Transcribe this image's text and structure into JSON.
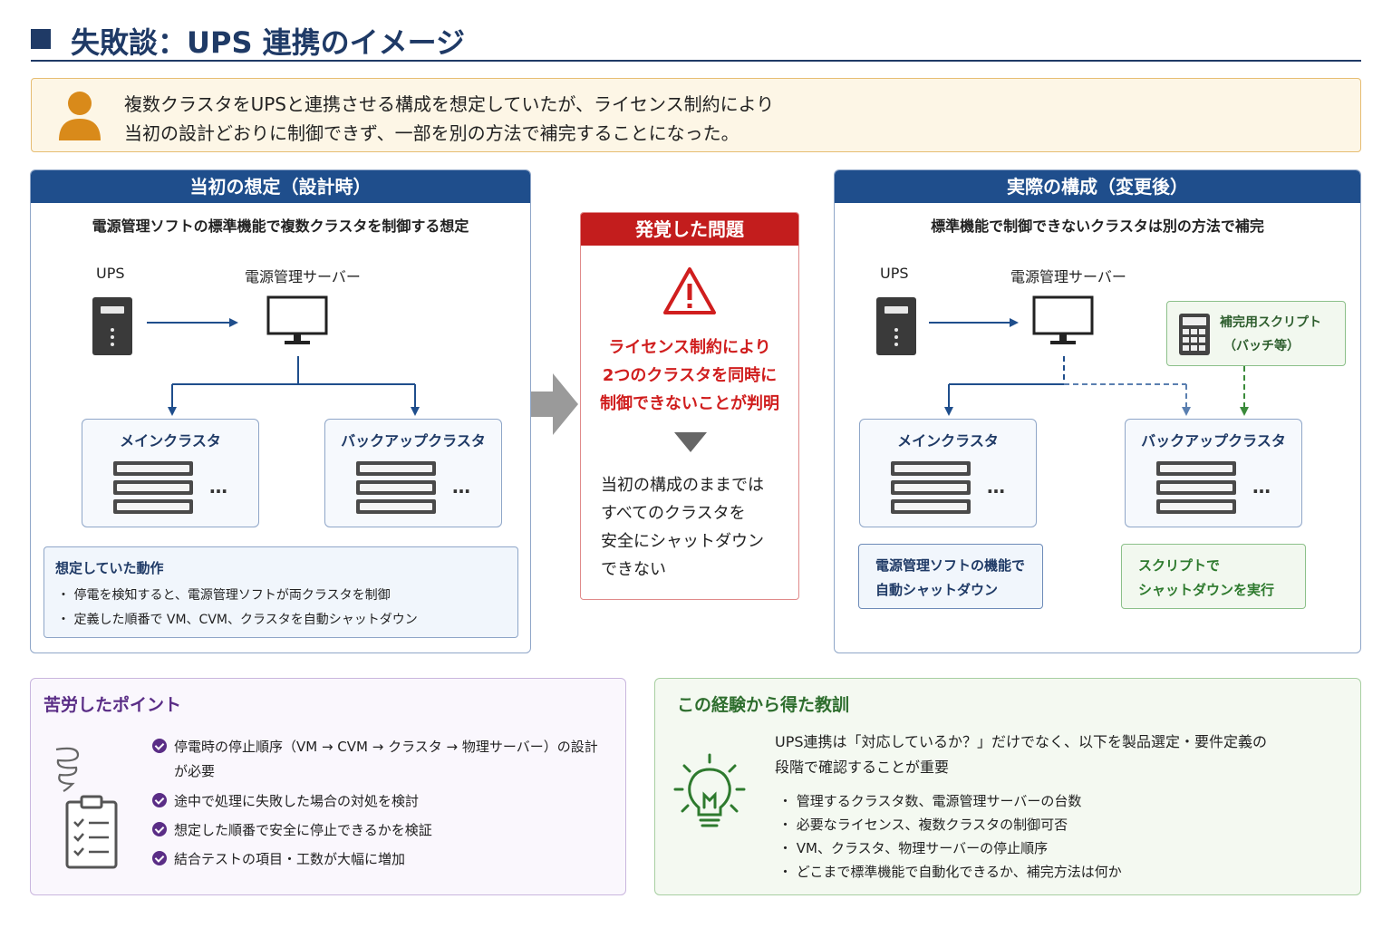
{
  "header": {
    "title": "失敗談：UPS 連携のイメージ"
  },
  "intro": {
    "line1": "複数クラスタをUPSと連携させる構成を想定していたが、ライセンス制約により",
    "line2": "当初の設計どおりに制御できず、一部を別の方法で補完することになった。"
  },
  "left_panel": {
    "title": "当初の想定（設計時）",
    "subtitle": "電源管理ソフトの標準機能で複数クラスタを制御する想定",
    "ups_label": "UPS",
    "server_label": "電源管理サーバー",
    "main_cluster": "メインクラスタ",
    "backup_cluster": "バックアップクラスタ",
    "ellipsis": "…",
    "expected": {
      "title": "想定していた動作",
      "items": [
        "・ 停電を検知すると、電源管理ソフトが両クラスタを制御",
        "・ 定義した順番で VM、CVM、クラスタを自動シャットダウン"
      ]
    }
  },
  "problem": {
    "title": "発覚した問題",
    "red_lines": [
      "ライセンス制約により",
      "2つのクラスタを同時に",
      "制御できないことが判明"
    ],
    "body_lines": [
      "当初の構成のままでは",
      "すべてのクラスタを",
      "安全にシャットダウン",
      "できない"
    ]
  },
  "right_panel": {
    "title": "実際の構成（変更後）",
    "subtitle": "標準機能で制御できないクラスタは別の方法で補完",
    "ups_label": "UPS",
    "server_label": "電源管理サーバー",
    "script_line1": "補完用スクリプト",
    "script_line2": "（バッチ等）",
    "main_cluster": "メインクラスタ",
    "backup_cluster": "バックアップクラスタ",
    "ellipsis": "…",
    "note_left": [
      "電源管理ソフトの機能で",
      "自動シャットダウン"
    ],
    "note_right": [
      "スクリプトで",
      "シャットダウンを実行"
    ]
  },
  "hardships": {
    "title": "苦労したポイント",
    "items": [
      "停電時の停止順序（VM → CVM → クラスタ → 物理サーバー）の設計",
      "が必要",
      "途中で処理に失敗した場合の対処を検討",
      "想定した順番で安全に停止できるかを検証",
      "結合テストの項目・工数が大幅に増加"
    ]
  },
  "lessons": {
    "title": "この経験から得た教訓",
    "text1": "UPS連携は「対応しているか？」だけでなく、以下を製品選定・要件定義の",
    "text2": "段階で確認することが重要",
    "items": [
      "・ 管理するクラスタ数、電源管理サーバーの台数",
      "・ 必要なライセンス、複数クラスタの制御可否",
      "・ VM、クラスタ、物理サーバーの停止順序",
      "・ どこまで標準機能で自動化できるか、補完方法は何か"
    ]
  },
  "colors": {
    "navy": "#1f3a66",
    "panel_header": "#1f4e8c",
    "alert_red": "#c31d1d",
    "intro_bg": "#fdf6e6",
    "avatar": "#d98a1a",
    "lesson_green": "#2e6e2e",
    "hardship_purple": "#5a2d86"
  },
  "icons": [
    "user-icon",
    "warning-icon",
    "arrow-right-icon",
    "triangle-down-icon",
    "ups-icon",
    "monitor-icon",
    "server-rack-icon",
    "calculator-icon",
    "spring-icon",
    "clipboard-icon",
    "check-icon",
    "lightbulb-icon"
  ]
}
